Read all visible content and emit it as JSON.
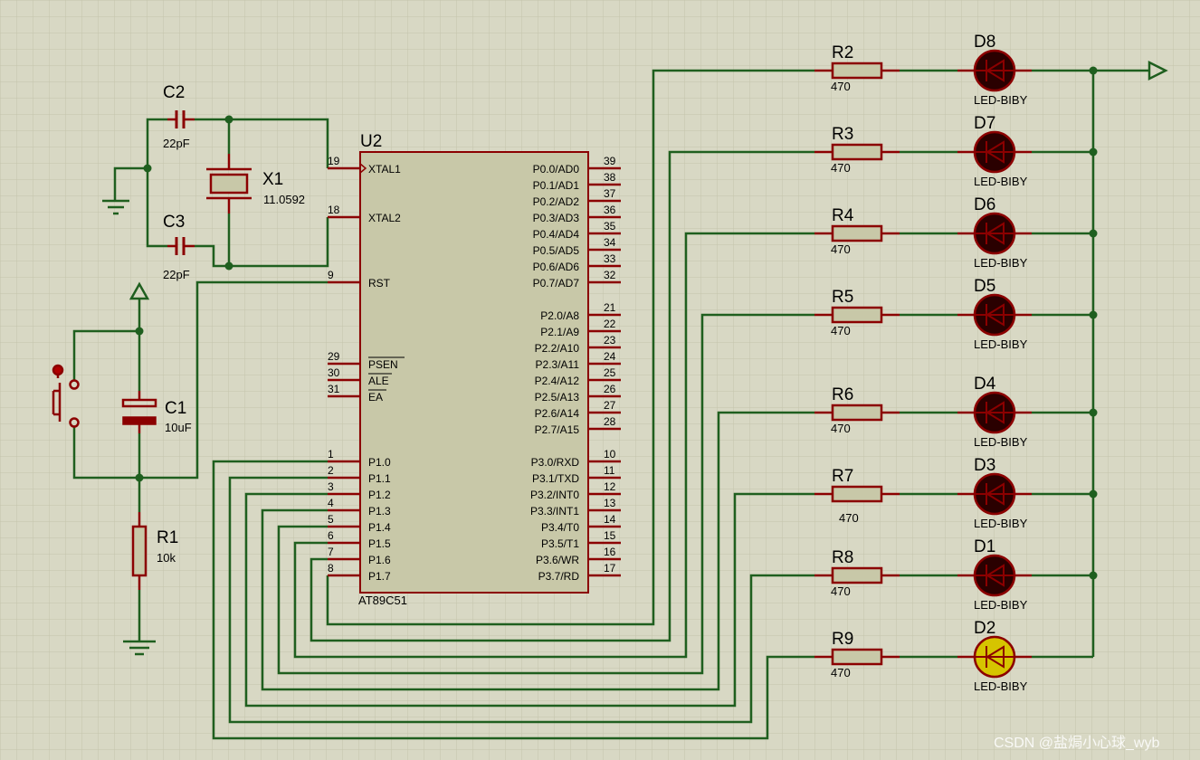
{
  "colors": {
    "background": "#d8d8c4",
    "grid": "#c8c8b0",
    "wire": "#1f5f1f",
    "component": "#8b0000",
    "body": "#c8c8a8",
    "led_off": "#2a0000",
    "led_on": "#d6c400"
  },
  "mcu": {
    "ref": "U2",
    "part": "AT89C51",
    "left_pins": [
      {
        "num": "19",
        "name": "XTAL1"
      },
      {
        "num": "18",
        "name": "XTAL2"
      },
      {
        "num": "9",
        "name": "RST"
      },
      {
        "num": "29",
        "name": "PSEN"
      },
      {
        "num": "30",
        "name": "ALE"
      },
      {
        "num": "31",
        "name": "EA"
      },
      {
        "num": "1",
        "name": "P1.0"
      },
      {
        "num": "2",
        "name": "P1.1"
      },
      {
        "num": "3",
        "name": "P1.2"
      },
      {
        "num": "4",
        "name": "P1.3"
      },
      {
        "num": "5",
        "name": "P1.4"
      },
      {
        "num": "6",
        "name": "P1.5"
      },
      {
        "num": "7",
        "name": "P1.6"
      },
      {
        "num": "8",
        "name": "P1.7"
      }
    ],
    "right_pins": [
      {
        "num": "39",
        "name": "P0.0/AD0"
      },
      {
        "num": "38",
        "name": "P0.1/AD1"
      },
      {
        "num": "37",
        "name": "P0.2/AD2"
      },
      {
        "num": "36",
        "name": "P0.3/AD3"
      },
      {
        "num": "35",
        "name": "P0.4/AD4"
      },
      {
        "num": "34",
        "name": "P0.5/AD5"
      },
      {
        "num": "33",
        "name": "P0.6/AD6"
      },
      {
        "num": "32",
        "name": "P0.7/AD7"
      },
      {
        "num": "21",
        "name": "P2.0/A8"
      },
      {
        "num": "22",
        "name": "P2.1/A9"
      },
      {
        "num": "23",
        "name": "P2.2/A10"
      },
      {
        "num": "24",
        "name": "P2.3/A11"
      },
      {
        "num": "25",
        "name": "P2.4/A12"
      },
      {
        "num": "26",
        "name": "P2.5/A13"
      },
      {
        "num": "27",
        "name": "P2.6/A14"
      },
      {
        "num": "28",
        "name": "P2.7/A15"
      },
      {
        "num": "10",
        "name": "P3.0/RXD"
      },
      {
        "num": "11",
        "name": "P3.1/TXD"
      },
      {
        "num": "12",
        "name": "P3.2/INT0"
      },
      {
        "num": "13",
        "name": "P3.3/INT1"
      },
      {
        "num": "14",
        "name": "P3.4/T0"
      },
      {
        "num": "15",
        "name": "P3.5/T1"
      },
      {
        "num": "16",
        "name": "P3.6/WR"
      },
      {
        "num": "17",
        "name": "P3.7/RD"
      }
    ]
  },
  "capacitors": [
    {
      "ref": "C2",
      "value": "22pF"
    },
    {
      "ref": "C3",
      "value": "22pF"
    },
    {
      "ref": "C1",
      "value": "10uF"
    }
  ],
  "crystal": {
    "ref": "X1",
    "value": "11.0592"
  },
  "resistor_r1": {
    "ref": "R1",
    "value": "10k"
  },
  "resistors": [
    {
      "ref": "R2",
      "value": "470"
    },
    {
      "ref": "R3",
      "value": "470"
    },
    {
      "ref": "R4",
      "value": "470"
    },
    {
      "ref": "R5",
      "value": "470"
    },
    {
      "ref": "R6",
      "value": "470"
    },
    {
      "ref": "R7",
      "value": "470"
    },
    {
      "ref": "R8",
      "value": "470"
    },
    {
      "ref": "R9",
      "value": "470"
    }
  ],
  "leds": [
    {
      "ref": "D8",
      "part": "LED-BIBY",
      "lit": false
    },
    {
      "ref": "D7",
      "part": "LED-BIBY",
      "lit": false
    },
    {
      "ref": "D6",
      "part": "LED-BIBY",
      "lit": false
    },
    {
      "ref": "D5",
      "part": "LED-BIBY",
      "lit": false
    },
    {
      "ref": "D4",
      "part": "LED-BIBY",
      "lit": false
    },
    {
      "ref": "D3",
      "part": "LED-BIBY",
      "lit": false
    },
    {
      "ref": "D1",
      "part": "LED-BIBY",
      "lit": false
    },
    {
      "ref": "D2",
      "part": "LED-BIBY",
      "lit": true
    }
  ],
  "watermark": "CSDN @盐焗小心球_wyb"
}
